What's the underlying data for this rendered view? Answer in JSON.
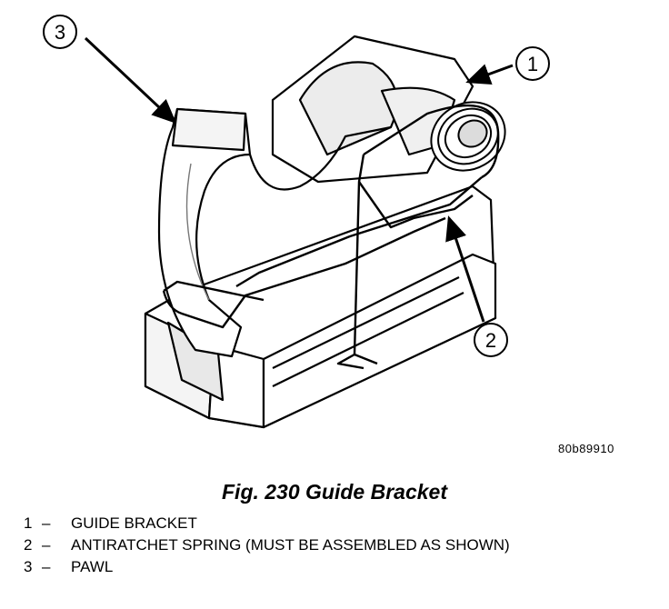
{
  "figure": {
    "reference_id": "80b89910",
    "caption": "Fig. 230 Guide Bracket",
    "callouts": [
      "3",
      "1",
      "2"
    ],
    "legend": [
      {
        "num": "1",
        "dash": "–",
        "text": "GUIDE BRACKET"
      },
      {
        "num": "2",
        "dash": "–",
        "text": "ANTIRATCHET SPRING (MUST BE ASSEMBLED AS SHOWN)"
      },
      {
        "num": "3",
        "dash": "–",
        "text": "PAWL"
      }
    ]
  }
}
